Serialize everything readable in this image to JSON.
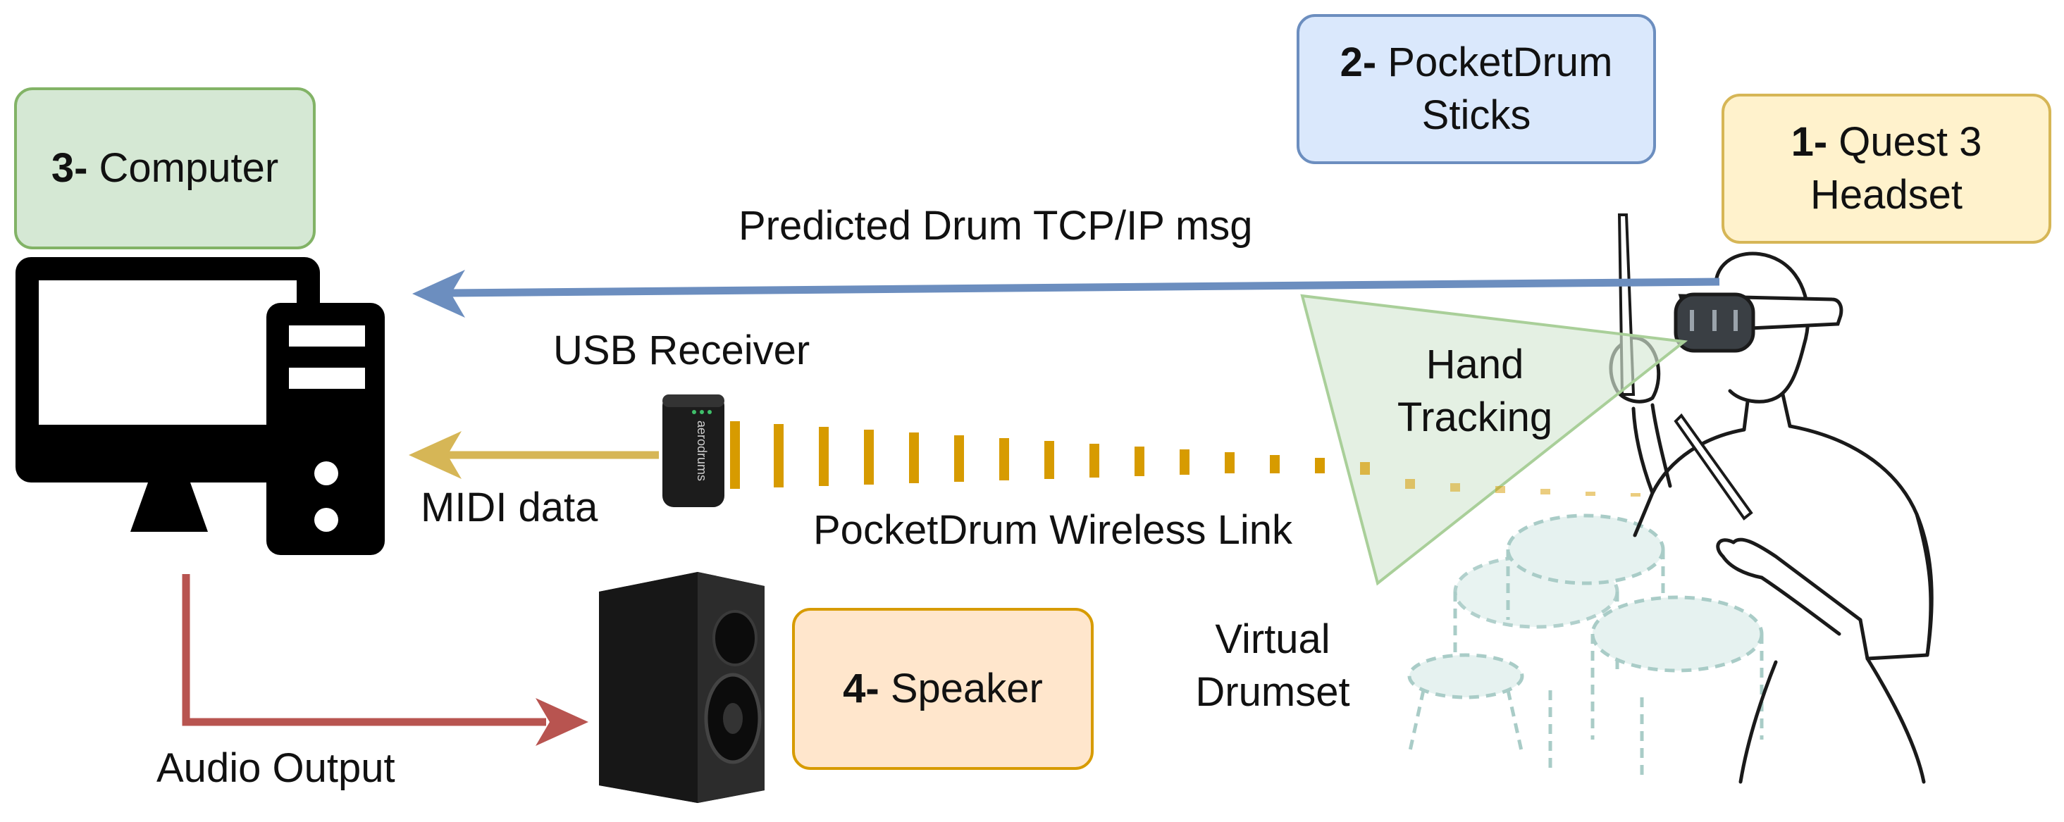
{
  "boxes": {
    "headset": {
      "number": "1-",
      "text": "Quest 3",
      "text2": "Headset"
    },
    "sticks": {
      "number": "2-",
      "text": "PocketDrum",
      "text2": "Sticks"
    },
    "computer": {
      "number": "3-",
      "text": "Computer"
    },
    "speaker": {
      "number": "4-",
      "text": "Speaker"
    }
  },
  "labels": {
    "predicted_msg": "Predicted Drum TCP/IP msg",
    "usb_receiver": "USB Receiver",
    "midi_data": "MIDI data",
    "wireless_link": "PocketDrum Wireless Link",
    "hand_tracking_1": "Hand",
    "hand_tracking_2": "Tracking",
    "virtual_drumset_1": "Virtual",
    "virtual_drumset_2": "Drumset",
    "audio_output": "Audio Output",
    "receiver_brand": "aerodrums"
  },
  "colors": {
    "headset_fill": "#fff2cc",
    "headset_border": "#d6b656",
    "sticks_fill": "#dae8fc",
    "sticks_border": "#6c8ebf",
    "computer_fill": "#d5e8d4",
    "computer_border": "#82b366",
    "speaker_fill": "#ffe6cc",
    "speaker_border": "#d79b00",
    "tcp_arrow": "#6c8ebf",
    "midi_arrow": "#d6b656",
    "wireless_link": "#d79b00",
    "audio_arrow": "#b85450",
    "tracking_cone": "#d5e8d4"
  }
}
